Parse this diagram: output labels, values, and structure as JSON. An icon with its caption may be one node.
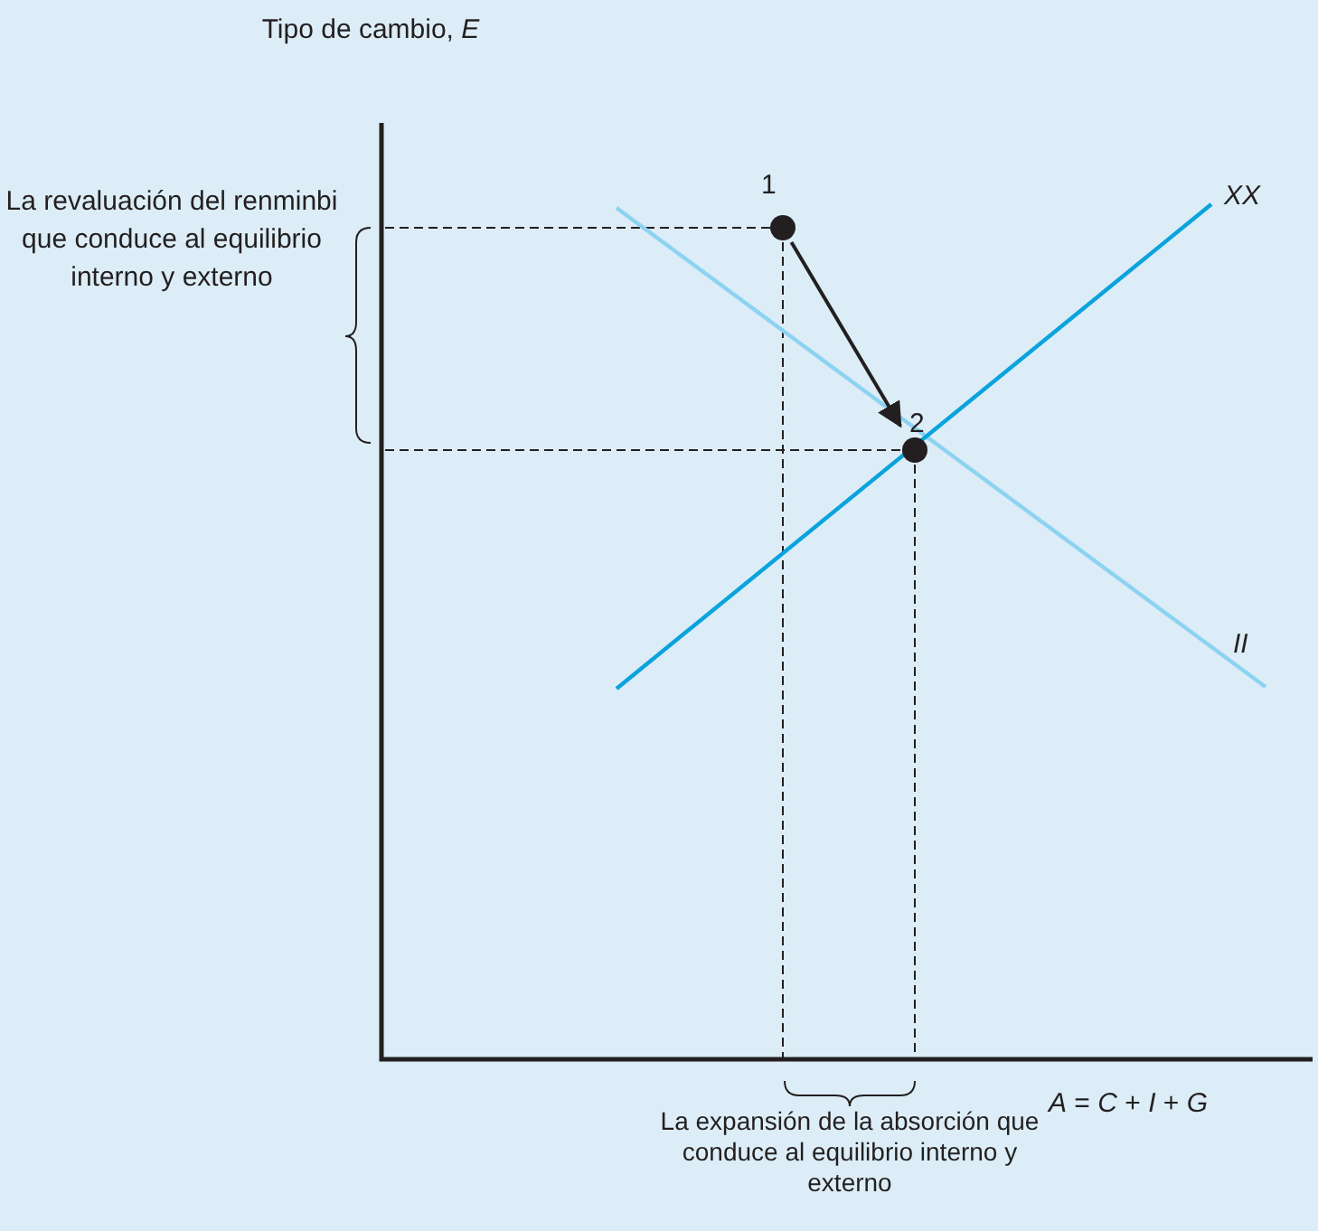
{
  "diagram": {
    "nodes": [
      {
        "text": [
          "1"
        ]
      },
      {
        "text": [
          "2"
        ]
      }
    ],
    "edges": [
      {
        "from": 0,
        "to": 1,
        "arrow": "to"
      }
    ],
    "labels": [
      "Tipo de cambio, *E*",
      "XX",
      "La revaluación del renminbi que conduce al equilibrio interno y externo",
      "II",
      "*A* = *C* + *I* + *G*",
      "La expansión de la absorción que conduce al equilibrio interno y externo"
    ]
  }
}
